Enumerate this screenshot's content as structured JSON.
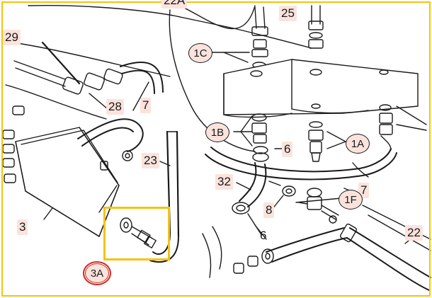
{
  "callouts": {
    "c22a": "22A",
    "c25": "25",
    "c29": "29",
    "c28": "28",
    "c7a": "7",
    "c1c": "1C",
    "c1b": "1B",
    "c6a": "6",
    "c1a": "1A",
    "c23": "23",
    "c32": "32",
    "c7b": "7",
    "c8": "8",
    "c1f": "1F",
    "c3": "3",
    "c6b": "6",
    "c22": "22",
    "c3a": "3A"
  },
  "colors": {
    "frame_border": "#f2c40f",
    "highlight_box": "#f2c40f",
    "label_bg": "#fbe3dd",
    "selected_label": "#cc2a22",
    "line": "#1a1a1a"
  }
}
